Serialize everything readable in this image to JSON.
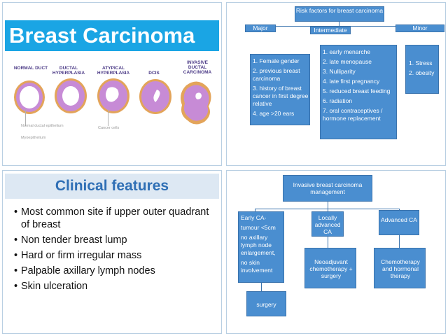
{
  "panel1": {
    "title": "Breast Carcinoma",
    "stages": [
      "NORMAL DUCT",
      "DUCTAL HYPERPLASIA",
      "ATYPICAL HYPERPLASIA",
      "DCIS",
      "INVASIVE DUCTAL CARCINOMA"
    ],
    "annotations": {
      "normal_epithelium": "Normal ductal epithelium",
      "myoepithelium": "Myoepithelium",
      "cancer_cells": "Cancer cells"
    }
  },
  "panel2": {
    "root": "Risk factors for breast carcinoma",
    "categories": {
      "major": "Major",
      "intermediate": "Intermediate",
      "minor": "Minor"
    },
    "major_items": [
      "1.  Female gender",
      "2.  previous  breast carcinoma",
      "3. history of breast cancer  in  first degree relative",
      "4.  age >20 ears"
    ],
    "intermediate_items": [
      "1. early menarche",
      "2. late menopause",
      "3. Nulliparity",
      "4. late first pregnancy",
      "5. reduced breast feeding",
      "6. radiation",
      "7. oral contraceptives / hormone replacement"
    ],
    "minor_items": [
      "1. Stress",
      "2. obesity"
    ]
  },
  "panel3": {
    "heading": "Clinical features",
    "bullets": [
      "Most common site if upper outer quadrant of breast",
      "Non tender breast lump",
      "Hard or firm irregular mass",
      "Palpable axillary lymph nodes",
      "Skin ulceration"
    ]
  },
  "panel4": {
    "root": "Invasive breast carcinoma management",
    "early": {
      "title": "Early CA-",
      "lines": [
        "tumour  <5cm",
        "no axillary lymph node enlargement,",
        "no skin involvement"
      ]
    },
    "local": "Locally advanced CA",
    "advanced": "Advanced CA",
    "early_tx": "surgery",
    "local_tx": "Neoadjuvant chemotherapy + surgery",
    "advanced_tx": "Chemotherapy and hormonal therapy"
  },
  "colors": {
    "title_bar": "#1aa5e4",
    "box_fill": "#4a8ed0",
    "box_border": "#3a73ad",
    "clinical_heading": "#2f6fb5",
    "clinical_bar": "#dde8f3",
    "duct_wall": "#d9a45c",
    "duct_cells": "#c78bd6"
  }
}
